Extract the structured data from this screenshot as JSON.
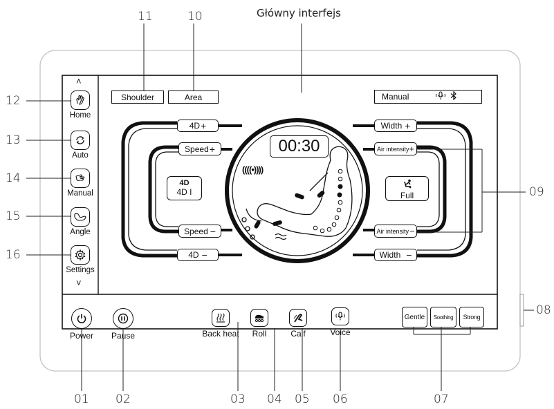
{
  "title": "Główny interfejs",
  "callouts": {
    "top": [
      "11",
      "10"
    ],
    "left": [
      "12",
      "13",
      "14",
      "15",
      "16"
    ],
    "bottom": [
      "01",
      "02",
      "03",
      "04",
      "05",
      "06",
      "07"
    ],
    "right": [
      "09",
      "08"
    ]
  },
  "top_bar": {
    "shoulder_label": "Shoulder",
    "area_label": "Area",
    "mode_label": "Manual",
    "icons": [
      "voice-icon",
      "bluetooth-icon"
    ]
  },
  "sidebar": {
    "items": [
      {
        "label": "Home",
        "icon": "hand-icon"
      },
      {
        "label": "Auto",
        "icon": "refresh-icon"
      },
      {
        "label": "Manual",
        "icon": "pointing-hand-icon"
      },
      {
        "label": "Angle",
        "icon": "recline-chair-icon"
      },
      {
        "label": "Settings",
        "icon": "gear-icon"
      }
    ],
    "scroll_up": "˄",
    "scroll_down": "˅"
  },
  "left_panel": {
    "fourd_plus": "4D",
    "speed_plus": "Speed",
    "speed_minus": "Speed",
    "fourd_minus": "4D",
    "mode_label": "4D I",
    "mode_icon": "4d-icon",
    "plus_symbol": "+",
    "minus_symbol": "−"
  },
  "center": {
    "timer": "00:30",
    "wave_symbol": "((((•))))"
  },
  "right_panel": {
    "width_plus": "Width",
    "air_plus": "Air intensity",
    "air_minus": "Air intensity",
    "width_minus": "Width",
    "mode_label": "Full",
    "mode_icon": "recline-person-icon",
    "plus_symbol": "+",
    "minus_symbol": "−"
  },
  "bottom_bar": {
    "power": "Power",
    "pause": "Pause",
    "back_heat": "Back heat",
    "roll": "Roll",
    "calf": "Calf",
    "voice": "Voice",
    "intensity": [
      "Gentle",
      "Soothing",
      "Strong"
    ]
  },
  "colors": {
    "accent": "#111111",
    "frame": "#bdbdbd"
  }
}
